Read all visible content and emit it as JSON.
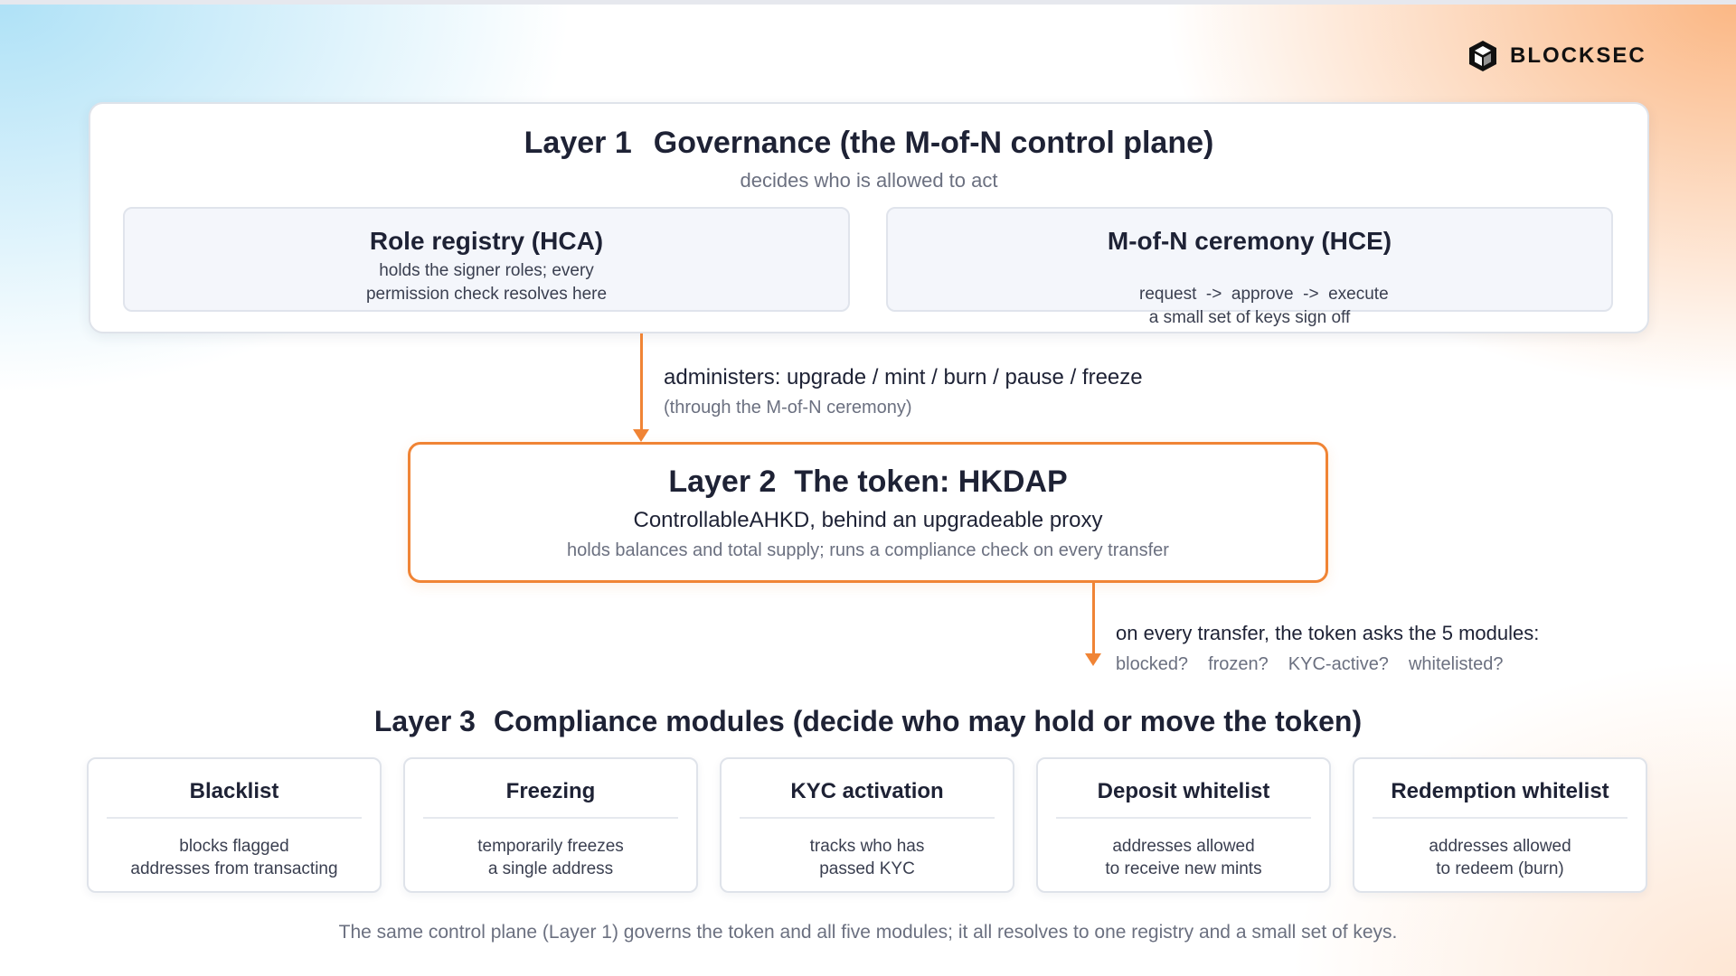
{
  "brand": {
    "logo_text": "BLOCKSEC"
  },
  "layer1": {
    "label": "Layer 1",
    "title": "Governance (the M-of-N control plane)",
    "subtitle": "decides who is allowed to act",
    "cards": [
      {
        "title": "Role registry (HCA)",
        "lines": [
          "holds the signer roles; every",
          "permission check resolves here"
        ]
      },
      {
        "title": "M-of-N ceremony (HCE)",
        "lines": [
          "request  ->  approve  ->  execute",
          "a small set of keys sign off"
        ]
      }
    ]
  },
  "link1": {
    "text": "administers: upgrade / mint / burn / pause / freeze",
    "subtext": "(through the M-of-N ceremony)"
  },
  "layer2": {
    "label": "Layer 2",
    "title": "The token: HKDAP",
    "subtitle": "ControllableAHKD, behind an upgradeable proxy",
    "description": "holds balances and total supply; runs a compliance check on every transfer"
  },
  "link2": {
    "text": "on every transfer, the token asks the 5 modules:",
    "questions": [
      "blocked?",
      "frozen?",
      "KYC-active?",
      "whitelisted?"
    ]
  },
  "layer3": {
    "label": "Layer 3",
    "title": "Compliance modules (decide who may hold or move the token)",
    "modules": [
      {
        "title": "Blacklist",
        "lines": [
          "blocks flagged",
          "addresses from transacting"
        ]
      },
      {
        "title": "Freezing",
        "lines": [
          "temporarily freezes",
          "a single address"
        ]
      },
      {
        "title": "KYC activation",
        "lines": [
          "tracks who has",
          "passed KYC"
        ]
      },
      {
        "title": "Deposit whitelist",
        "lines": [
          "addresses allowed",
          "to receive new mints"
        ]
      },
      {
        "title": "Redemption whitelist",
        "lines": [
          "addresses allowed",
          "to redeem (burn)"
        ]
      }
    ]
  },
  "footnote": "The same control plane (Layer 1) governs the token and all five modules; it all resolves to one registry and a small set of keys.",
  "colors": {
    "accent": "#f08435",
    "text": "#1e2235",
    "muted": "#6b7080"
  },
  "icons": {
    "logo": "blocksec-logo-icon",
    "arrow": "arrow-down-icon"
  }
}
